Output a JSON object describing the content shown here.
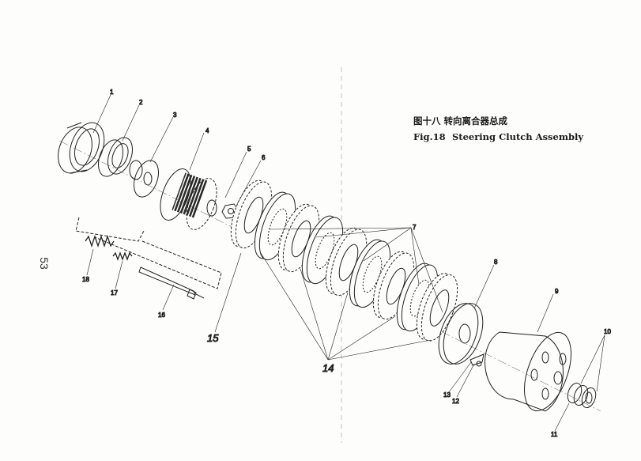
{
  "figure": {
    "title_cn": "图十八  转向离合器总成",
    "title_en_num": "Fig.18",
    "title_en": "Steering Clutch Assembly",
    "page_number": "53"
  },
  "labels": {
    "p1": "1",
    "p2": "2",
    "p3": "3",
    "p4": "4",
    "p5": "5",
    "p6": "6",
    "p7": "7",
    "p8": "8",
    "p9": "9",
    "p10": "10",
    "p11": "11",
    "p12": "12",
    "p13": "13",
    "p14": "14",
    "p15": "15",
    "p16": "16",
    "p17": "17",
    "p18": "18"
  }
}
